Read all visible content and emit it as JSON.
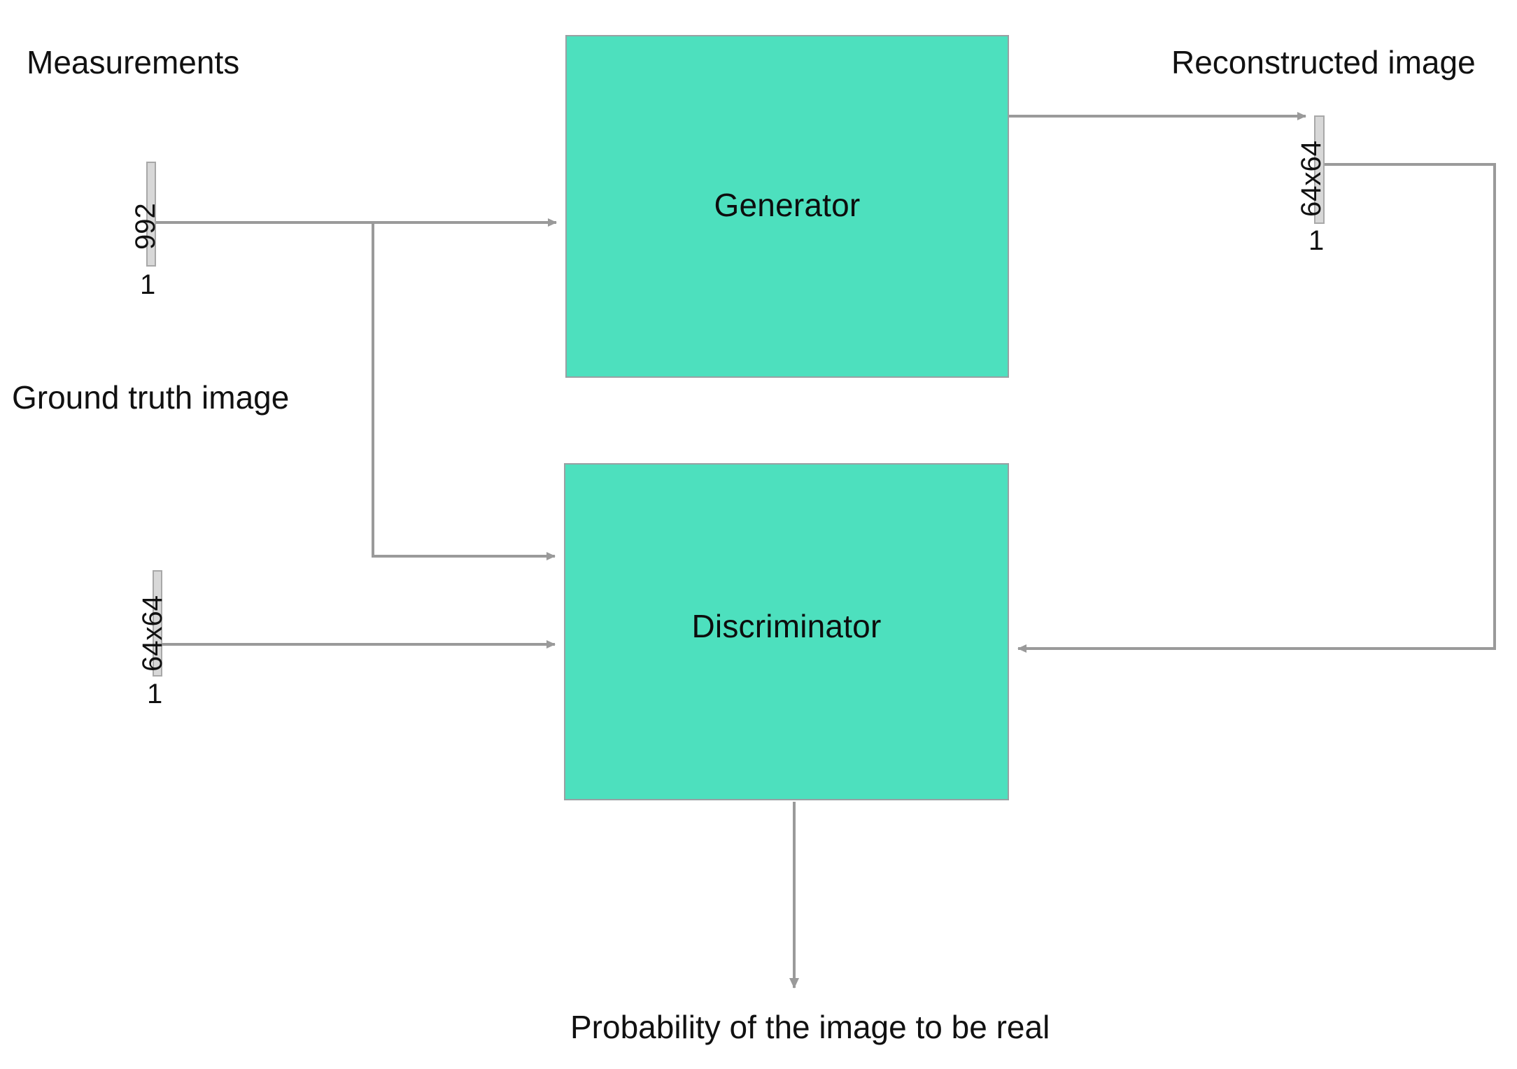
{
  "diagram": {
    "title_present": false,
    "palette": {
      "node_fill": "#4DE0BE",
      "node_border": "#9aa0a3",
      "tensor_fill": "#d8d8d8",
      "tensor_border": "#a8a8a8",
      "edge_stroke": "#9a9a9a",
      "text": "#111111",
      "background": "#ffffff"
    },
    "nodes": [
      {
        "id": "generator",
        "label": "Generator"
      },
      {
        "id": "discriminator",
        "label": "Discriminator"
      }
    ],
    "tensors": [
      {
        "id": "measurements",
        "caption": "Measurements",
        "dim_label": "992",
        "channel_label": "1"
      },
      {
        "id": "ground-truth",
        "caption": "Ground truth image",
        "dim_label": "64x64",
        "channel_label": "1"
      },
      {
        "id": "reconstructed",
        "caption": "Reconstructed image",
        "dim_label": "64x64",
        "channel_label": "1"
      }
    ],
    "outputs": [
      {
        "id": "probability",
        "label": "Probability of the image to be real"
      }
    ],
    "edges": [
      {
        "id": "measurements-to-generator",
        "from": "measurements",
        "to": "generator",
        "arrow": "end"
      },
      {
        "id": "measurements-to-discriminator",
        "from": "measurements",
        "to": "discriminator",
        "arrow": "end"
      },
      {
        "id": "generator-to-reconstructed",
        "from": "generator",
        "to": "reconstructed",
        "arrow": "end"
      },
      {
        "id": "ground-truth-to-discriminator",
        "from": "ground-truth",
        "to": "discriminator",
        "arrow": "end"
      },
      {
        "id": "reconstructed-to-discriminator",
        "from": "reconstructed",
        "to": "discriminator",
        "arrow": "end"
      },
      {
        "id": "discriminator-to-probability",
        "from": "discriminator",
        "to": "probability",
        "arrow": "end"
      }
    ]
  }
}
